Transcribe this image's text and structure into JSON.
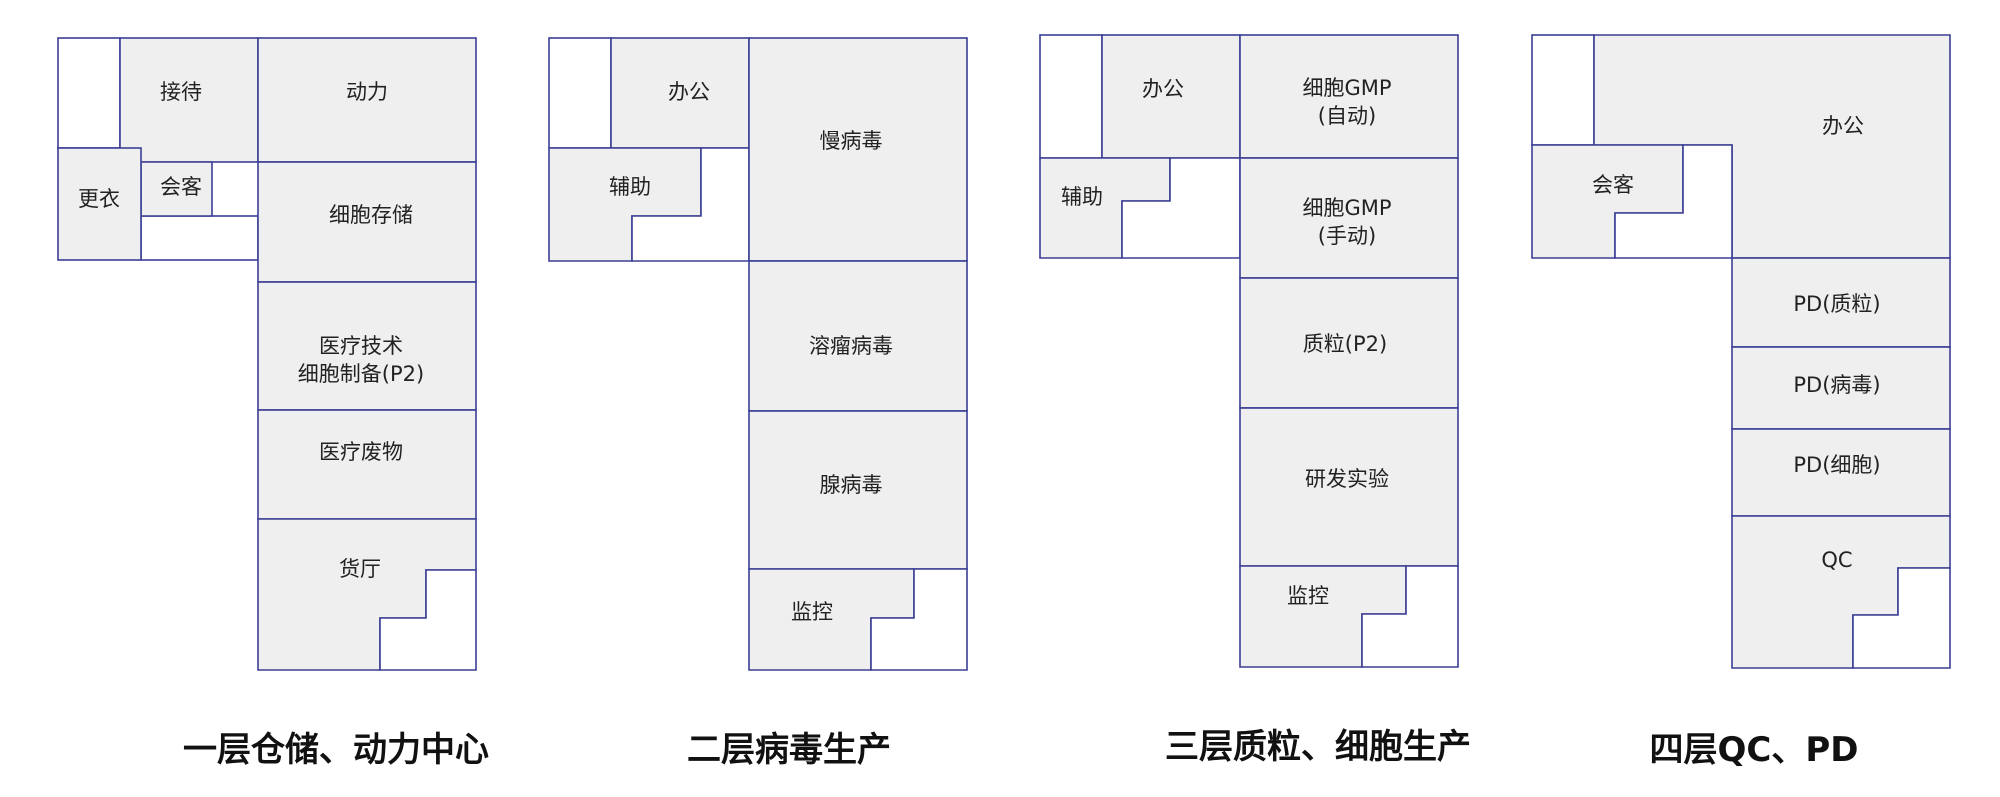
{
  "floors": [
    {
      "caption": "一层仓储、动力中心",
      "rooms": {
        "reception": "接待",
        "power": "动力",
        "changing": "更衣",
        "meeting": "会客",
        "cell_storage": "细胞存储",
        "medtech_line1": "医疗技术",
        "medtech_line2": "细胞制备(P2)",
        "medical_waste": "医疗废物",
        "cargo_hall": "货厅"
      }
    },
    {
      "caption": "二层病毒生产",
      "rooms": {
        "office": "办公",
        "lentivirus": "慢病毒",
        "auxiliary": "辅助",
        "oncolytic_virus": "溶瘤病毒",
        "adenovirus": "腺病毒",
        "monitoring": "监控"
      }
    },
    {
      "caption": "三层质粒、细胞生产",
      "rooms": {
        "office": "办公",
        "gmp_auto_line1": "细胞GMP",
        "gmp_auto_line2": "(自动)",
        "auxiliary": "辅助",
        "gmp_manual_line1": "细胞GMP",
        "gmp_manual_line2": "(手动)",
        "plasmid": "质粒(P2)",
        "rnd_lab": "研发实验",
        "monitoring": "监控"
      }
    },
    {
      "caption": "四层QC、PD",
      "rooms": {
        "office": "办公",
        "meeting": "会客",
        "pd_plasmid": "PD(质粒)",
        "pd_virus": "PD(病毒)",
        "pd_cell": "PD(细胞)",
        "qc": "QC"
      }
    }
  ],
  "colors": {
    "wall_line": "#3b3f94",
    "room_fill": "#efefef",
    "empty_fill": "#ffffff"
  }
}
